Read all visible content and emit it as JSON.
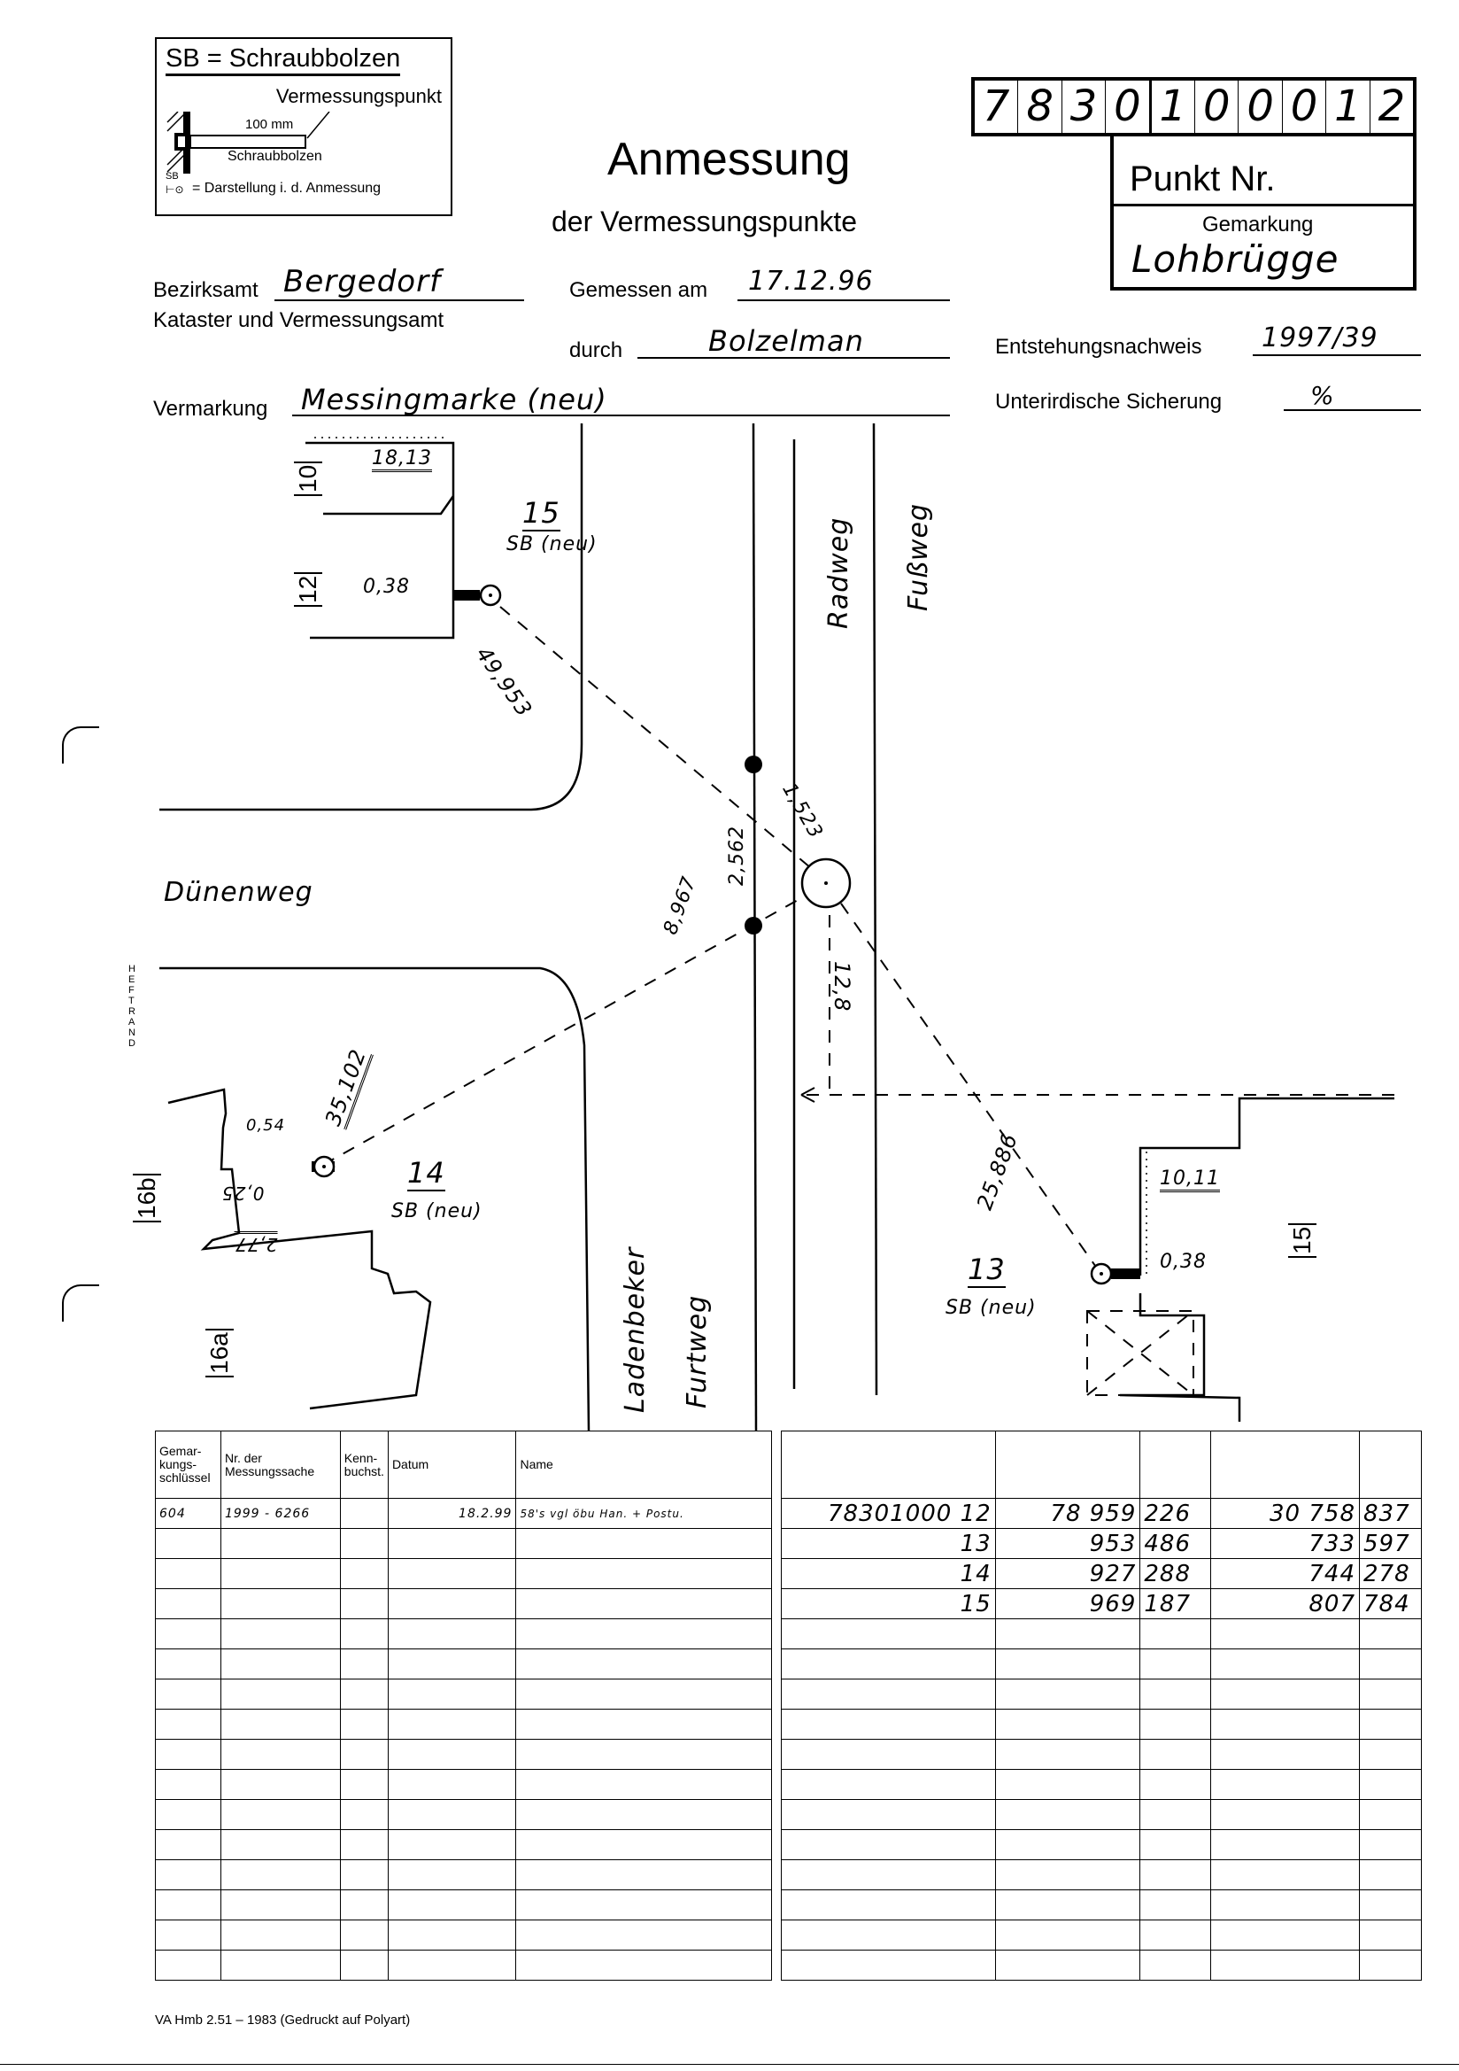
{
  "legend": {
    "title": "SB = Schraubbolzen",
    "point_label": "Vermessungspunkt",
    "length": "100 mm",
    "bolt_label": "Schraubbolzen",
    "symbol_label": "SB",
    "symbol_desc": "= Darstellung i. d. Anmessung"
  },
  "header": {
    "title": "Anmessung",
    "subtitle": "der Vermessungspunkte",
    "point_number_digits": [
      "7",
      "8",
      "3",
      "0",
      "1",
      "0",
      "0",
      "0",
      "1",
      "2"
    ],
    "punkt_nr_label": "Punkt Nr.",
    "gemarkung_label": "Gemarkung",
    "gemarkung_value": "Lohbrügge"
  },
  "fields": {
    "bezirksamt_label": "Bezirksamt",
    "bezirksamt_value": "Bergedorf",
    "kataster_label": "Kataster und Vermessungsamt",
    "gemessen_label": "Gemessen am",
    "gemessen_value": "17.12.96",
    "durch_label": "durch",
    "durch_value": "Bolzelman",
    "entstehung_label": "Entstehungsnachweis",
    "entstehung_value": "1997/39",
    "vermarkung_label": "Vermarkung",
    "vermarkung_value": "Messingmarke (neu)",
    "unterirdisch_label": "Unterirdische Sicherung",
    "unterirdisch_value": "%"
  },
  "sketch": {
    "streets": {
      "duenenweg": "Dünenweg",
      "radweg": "Radweg",
      "fussweg": "Fußweg",
      "ladenbeker": "Ladenbeker",
      "furtweg": "Furtweg"
    },
    "parcels": [
      "10",
      "12",
      "16b",
      "16a",
      "15"
    ],
    "measurements": {
      "m1813": "18,13",
      "m038a": "0,38",
      "m49953": "49,953",
      "m2562": "2,562",
      "m1523": "1,523",
      "m8967": "8,967",
      "m128": "12,8",
      "m25886": "25,886",
      "m35102": "35,102",
      "m054": "0,54",
      "m025": "0,25",
      "m277": "2,77",
      "m1011": "10,11",
      "m038b": "0,38"
    },
    "points": [
      {
        "num": "15",
        "type": "SB (neu)"
      },
      {
        "num": "14",
        "type": "SB (neu)"
      },
      {
        "num": "13",
        "type": "SB (neu)"
      }
    ],
    "heftrand": "HEFTRAND"
  },
  "left_table": {
    "headers": [
      "Gemar-kungs-schlüssel",
      "Nr. der Messungssache",
      "Kenn-buchst.",
      "Datum",
      "Name"
    ],
    "rows": [
      [
        "604",
        "1999 - 6266",
        "",
        "18.2.99",
        "58's vgl öbu Han. + Postu."
      ]
    ]
  },
  "right_table": {
    "rows": [
      [
        "78301000 12",
        "78 959",
        "226",
        "30 758",
        "837"
      ],
      [
        "13",
        "953",
        "486",
        "733",
        "597"
      ],
      [
        "14",
        "927",
        "288",
        "744",
        "278"
      ],
      [
        "15",
        "969",
        "187",
        "807",
        "784"
      ]
    ]
  },
  "footer": "VA Hmb 2.51 – 1983 (Gedruckt auf Polyart)"
}
